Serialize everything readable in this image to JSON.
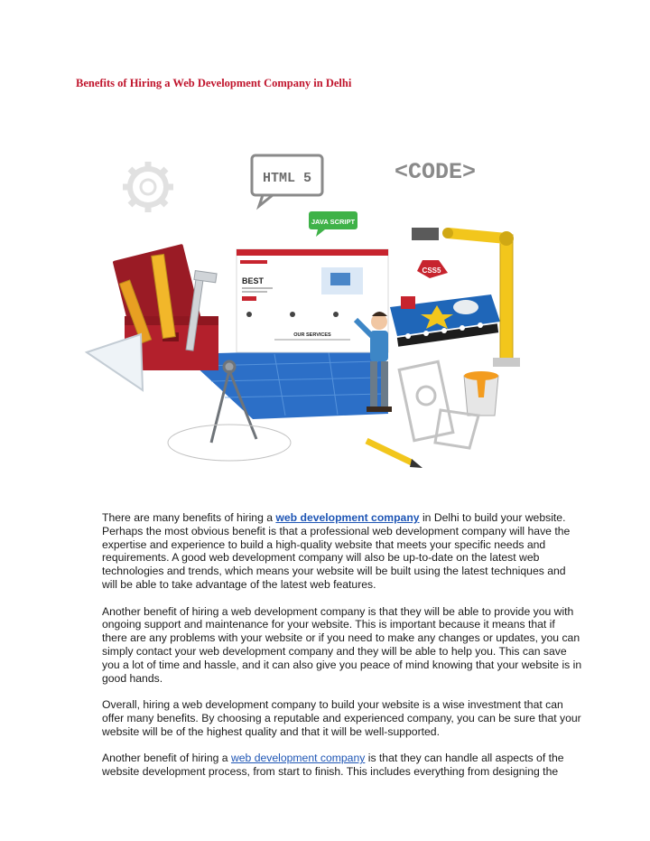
{
  "document": {
    "title": "Benefits of Hiring a Web Development Company in Delhi",
    "illustration": {
      "html_badge": "HTML 5",
      "code_label": "<CODE>",
      "js_badge": "JAVA SCRIPT",
      "css_badge": "CSS5",
      "mock_site": {
        "hero": "BEST",
        "section": "OUR SERVICES"
      }
    },
    "paragraphs": [
      {
        "before": "There are many benefits of hiring a ",
        "link": "web development company",
        "after": "  in Delhi to build your website. Perhaps the most obvious benefit is that a professional web development company will have the expertise and experience to build a high-quality website that meets your specific needs and requirements. A good web development company will also be up-to-date on the latest web technologies and trends, which means your website will be built using the latest techniques and will be able to take advantage of the latest web features."
      },
      {
        "text": "Another benefit of hiring a web development company is that they will be able to provide you with ongoing support and maintenance for your website. This is important because it means that if there are any problems with your website or if you need to make any changes or updates, you can simply contact your web development company and they will be able to help you. This can save you a lot of time and hassle, and it can also give you peace of mind knowing that your website is in good hands."
      },
      {
        "text": "Overall, hiring a web development company to build your website is a wise investment that can offer many benefits. By choosing a reputable and experienced company, you can be sure that your website will be of the highest quality and that it will be well-supported."
      },
      {
        "before": "Another benefit of hiring a ",
        "link": "web development company",
        "after": " is that they can handle all aspects of the website development process, from start to finish. This includes everything from designing the"
      }
    ],
    "colors": {
      "title": "#c0142c",
      "link": "#1f56b5",
      "blueprint": "#2c6fc7",
      "crane": "#f2c61c",
      "toolbox": "#b3202c",
      "badge_green": "#3fb248"
    }
  }
}
